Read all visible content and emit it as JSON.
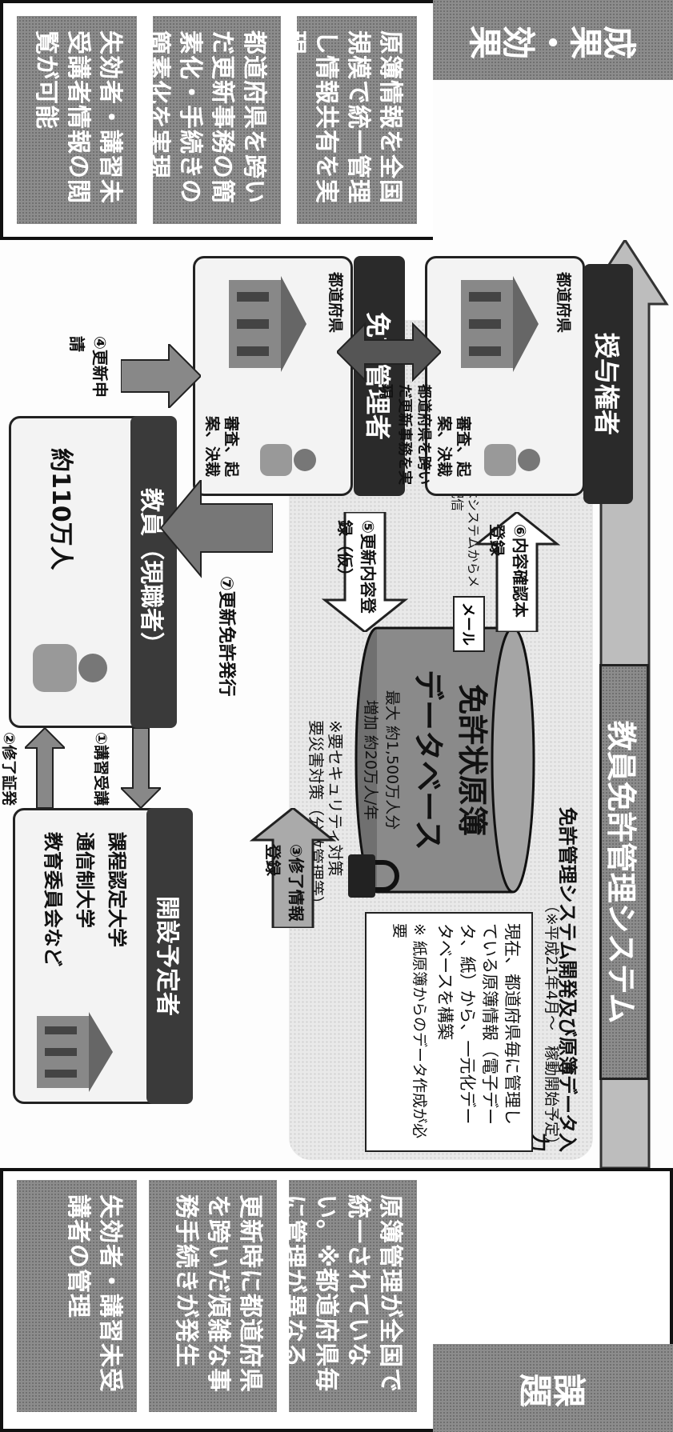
{
  "issues": {
    "title": "課題",
    "items": [
      "原簿管理が全国で統一されていない。※都道府県毎に管理が異なる",
      "更新時に都道府県を跨いだ煩雑な事務手続きが発生",
      "失効者・講習未受講者の管理"
    ]
  },
  "system": {
    "title": "教員免許管理システム",
    "dev_label": "免許管理システム開発及び原簿データ入力",
    "dev_note": "（※平成21年4月～　稼動開始予定）",
    "db_title1": "免許状原簿",
    "db_title2": "データベース",
    "db_note1": "最大 約1,500万人分",
    "db_note2": "増加 約20万人/年",
    "current_note": "現在、都道府県毎に管理している原簿情報（電子データ、紙）から、一元化データベースを構築",
    "current_note2": "※ 紙原簿からのデータ作成が必要",
    "security_note1": "※要セキュリティ対策",
    "security_note2": "要災害対策（分散管理等）"
  },
  "roles": {
    "grantor": "授与権者",
    "grantor_sub": "都道府県",
    "grantor_tasks": "審査、起案、決裁",
    "manager": "免許管理者",
    "manager_sub": "都道府県",
    "manager_tasks": "審査、起案、決裁",
    "teachers": "教員（現職者）",
    "teachers_count": "約110万人",
    "organizers": "開設予定者",
    "org_items": [
      "課程認定大学",
      "通信制大学",
      "教育委員会など"
    ],
    "cross_pref": "都道府県を跨いだ更新事務を実現"
  },
  "flows": {
    "f1": "①講習受講",
    "f2": "②修了証発行",
    "f3": "③修了情報登録",
    "f4": "④更新申請",
    "f5": "⑤更新内容登録（仮）",
    "f6": "⑥内容確認本登録",
    "f7": "⑦更新免許発行",
    "mail": "メール",
    "mail_note": "通知はシステムからメール配信"
  },
  "results": {
    "title": "成果・効果",
    "items": [
      "原簿情報を全国規模で統一管理し情報共有を実現",
      "都道府県を跨いだ更新事務の簡素化・手続きの簡素化を実現",
      "失効者・講習未受講者情報の閲覧が可能"
    ]
  }
}
